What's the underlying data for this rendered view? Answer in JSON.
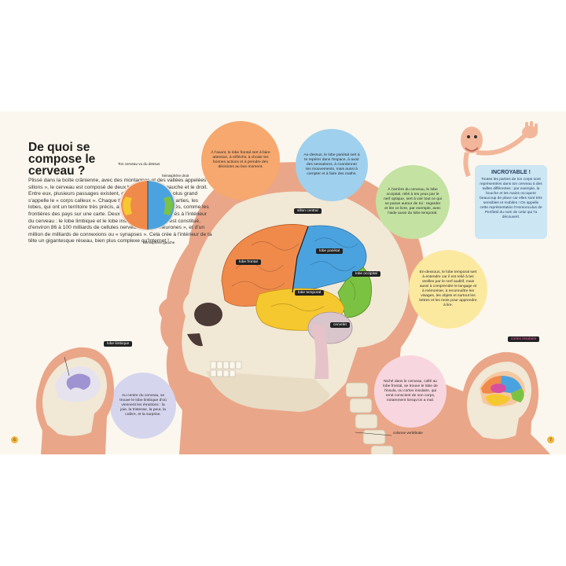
{
  "title": "De quoi se compose le cerveau ?",
  "intro": "Plissé dans la boîte crânienne, avec des montagnes et des vallées appelées « sillons », le cerveau est composé de deux hémisphères, le gauche et le droit. Entre eux, plusieurs passages existent, comme des ponts. Le plus grand s'appelle le « corps calleux ». Chaque hémisphère possède 6 parties, les lobes, qui ont un territoire très précis, avec des sillons bien tracés, comme les frontières des pays sur une carte. Deux lobes se trouvent cachés à l'intérieur du cerveau : le lobe limbique et le lobe insulaire. Le cerveau est constitué, d'environ 86 à 100 milliards de cellules nerveuses, les « neurones », et d'un million de milliards de connexions ou « synapses ». Cela crée à l'intérieur de ta tête un gigantesque réseau, bien plus complexe qu'Internet !",
  "top_view": {
    "caption": "Ton cerveau vu du dessus",
    "right_label": "hémisphère droit",
    "left_label": "hémisphère gauche"
  },
  "labels": {
    "sillon_central": "sillon central",
    "lobe_frontal": "lobe frontal",
    "lobe_parietal": "lobe pariétal",
    "lobe_occipital": "lobe occipital",
    "lobe_temporal": "lobe temporal",
    "cervelet": "cervelet",
    "colonne": "colonne vertébrale",
    "lobe_limbique": "lobe limbique",
    "cortex_insulaire": "cortex insulaire"
  },
  "bubbles": {
    "frontal": "À l'avant, le lobe frontal sert à faire attention, à réfléchir, à choisir les bonnes actions et à prendre des décisions au bon moment.",
    "parietal": "Au-dessus, le lobe pariétal sert à te repérer dans l'espace, à avoir des sensations, à coordonner tes mouvements, mais aussi à compter et à faire des maths.",
    "occipital": "À l'arrière du cerveau, le lobe occipital, relié à tes yeux par le nerf optique, sert à voir tout ce qui se passe autour de toi : regarder et lire ce livre, par exemple, avec l'aide aussi du lobe temporal.",
    "temporal": "En-dessous, le lobe temporal sert à entendre car il est relié à tes oreilles par le nerf auditif, mais aussi à comprendre le langage et à mémoriser, à reconnaître les visages, les objets et surtout les lettres et les mots pour apprendre à lire.",
    "limbique": "Au centre du cerveau, se trouve le lobe limbique d'où viennent les émotions : la joie, la tristesse, la peur, la colère, et la surprise.",
    "insula": "Niché dans le cerveau, collé au lobe frontal, se trouve le lobe de l'insula, ou cortex insulaire, qui rend conscient de son corps, notamment lorsqu'on a mal.",
    "incroyable_title": "INCROYABLE !",
    "incroyable": "Toutes les parties de ton corps sont représentées dans ton cerveau à des tailles différentes : par exemple, la bouche et les mains occupent beaucoup de place car elles sont très sensibles et mobiles ! On appelle cette représentation l'Homonculus de Penfield du nom de celui qui l'a découvert."
  },
  "page_left": "6",
  "page_right": "7",
  "colors": {
    "frontal": "#f08a4b",
    "parietal": "#4aa3df",
    "occipital": "#7cc242",
    "temporal": "#f6c82f",
    "cervelet": "#d9c5cc",
    "skin": "#e9a98a",
    "skull": "#f1e8d6"
  }
}
